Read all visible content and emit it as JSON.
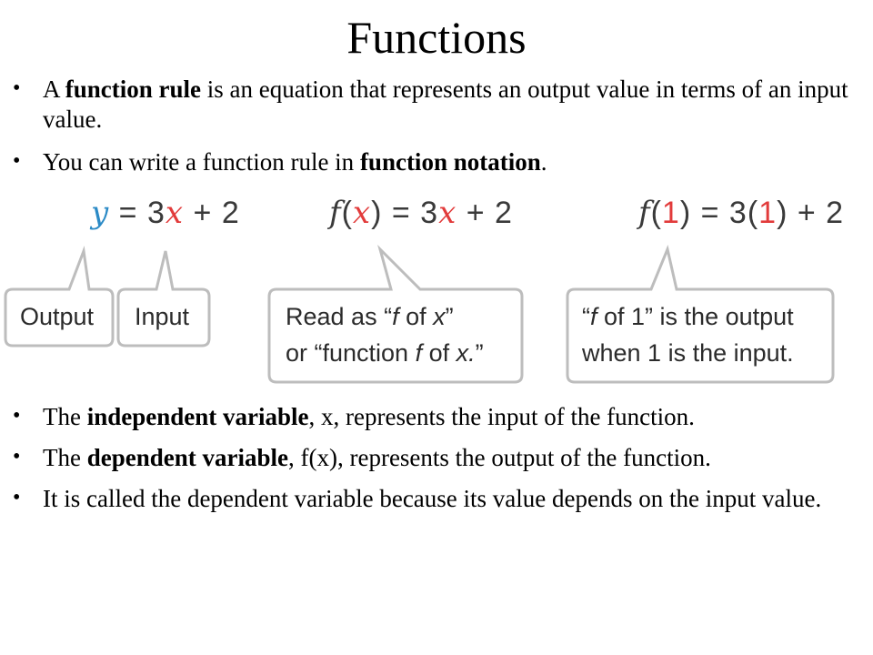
{
  "title": "Functions",
  "bullets_top": [
    [
      {
        "t": "A "
      },
      {
        "t": "function rule",
        "b": true
      },
      {
        "t": " is an equation that represents an output value in terms of an input value."
      }
    ],
    [
      {
        "t": "You can write a function rule in "
      },
      {
        "t": "function notation",
        "b": true
      },
      {
        "t": "."
      }
    ]
  ],
  "diagram": {
    "eq1": {
      "y": "y",
      "eq": " = 3",
      "x": "x",
      "rest": " + 2"
    },
    "eq2": {
      "f": "f",
      "open": "(",
      "x": "x",
      "close": ") = 3",
      "x2": "x",
      "rest": " + 2"
    },
    "eq3": {
      "f": "f",
      "open": "(",
      "one": "1",
      "mid": ") = 3(",
      "one2": "1",
      "rest": ") + 2"
    },
    "callouts": {
      "output": "Output",
      "input": "Input",
      "read_l1_a": "Read as “",
      "read_l1_f": "f",
      "read_l1_b": " of ",
      "read_l1_x": "x",
      "read_l1_c": "”",
      "read_l2_a": "or “function ",
      "read_l2_f": "f",
      "read_l2_b": " of ",
      "read_l2_x": "x.",
      "read_l2_c": "”",
      "f1_l1_a": "“",
      "f1_l1_f": "f",
      "f1_l1_b": " of 1” is the output",
      "f1_l2": "when 1 is the input."
    }
  },
  "bullets_bottom": [
    [
      {
        "t": "The "
      },
      {
        "t": "independent variable",
        "b": true
      },
      {
        "t": ", x, represents the input of the function."
      }
    ],
    [
      {
        "t": "The "
      },
      {
        "t": "dependent variable",
        "b": true
      },
      {
        "t": ", f(x), represents the output of the function."
      }
    ],
    [
      {
        "t": "It is called the dependent variable because its value depends on the input value."
      }
    ]
  ],
  "bullet_symbol": "•",
  "colors": {
    "output_var": "#2b8ac6",
    "input_var": "#e23b3b",
    "callout_border": "#bdbdbd"
  }
}
